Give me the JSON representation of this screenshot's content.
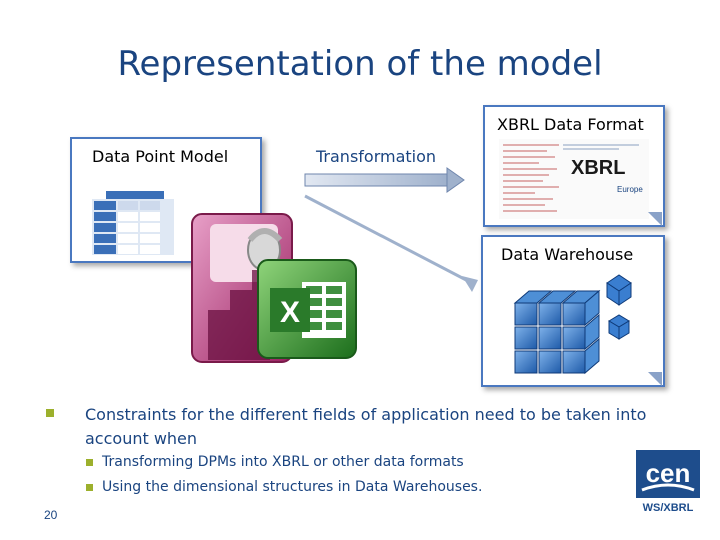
{
  "slide": {
    "title": "Representation of the model",
    "page_number": "20"
  },
  "diagram": {
    "dpm_label": "Data Point Model",
    "transformation_label": "Transformation",
    "xbrl_label": "XBRL Data Format",
    "xbrl_logo_text": "XBRL",
    "xbrl_logo_sub": "Europe",
    "dw_label": "Data Warehouse",
    "excel_letter": "X"
  },
  "bullets": {
    "main": "Constraints for the different fields of application need to be taken into account when",
    "sub1": "Transforming DPMs into XBRL or other data formats",
    "sub2": "Using the dimensional structures in Data Warehouses."
  },
  "logo": {
    "top": "cen",
    "bottom": "WS/XBRL"
  },
  "colors": {
    "title": "#1a4480",
    "box_border": "#4a78c0",
    "bullet": "#9cb02c",
    "logo": "#1e4d8c"
  }
}
